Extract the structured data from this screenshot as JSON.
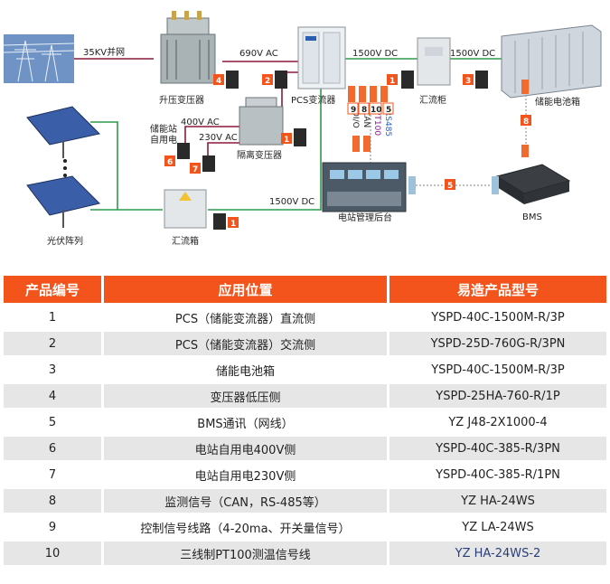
{
  "diagram": {
    "labels": {
      "grid_35kv": "35KV并网",
      "ac690": "690V AC",
      "dc1500_top": "1500V DC",
      "dc1500_right": "1500V DC",
      "dc1500_bottom": "1500V DC",
      "ac400": "400V AC",
      "ac230": "230V AC",
      "step_up_transformer": "升压变压器",
      "pcs_converter": "PCS变流器",
      "combiner_cabinet": "汇流柜",
      "battery_box": "储能电池箱",
      "station_self_use_1": "储能站",
      "station_self_use_2": "自用电",
      "isolation_transformer": "隔离变压器",
      "control_room": "电站管理后台",
      "bms": "BMS",
      "pv_array": "光伏阵列",
      "combiner_box": "汇流箱",
      "signal_di": "DI/O",
      "signal_can": "CAN",
      "signal_pt100": "PT100",
      "signal_rs485": "RS485"
    },
    "badges": [
      "4",
      "2",
      "1",
      "3",
      "8",
      "6",
      "7",
      "1",
      "5",
      "1",
      "9",
      "8",
      "10",
      "5"
    ]
  },
  "table": {
    "headers": [
      "产品编号",
      "应用位置",
      "易造产品型号"
    ],
    "rows": [
      {
        "no": "1",
        "location": "PCS（储能变流器）直流侧",
        "model": "YSPD-40C-1500M-R/3P"
      },
      {
        "no": "2",
        "location": "PCS（储能变流器）交流侧",
        "model": "YSPD-25D-760G-R/3PN"
      },
      {
        "no": "3",
        "location": "储能电池箱",
        "model": "YSPD-40C-1500M-R/3P"
      },
      {
        "no": "4",
        "location": "变压器低压侧",
        "model": "YSPD-25HA-760-R/1P"
      },
      {
        "no": "5",
        "location": "BMS通讯（网线）",
        "model": "YZ J48-2X1000-4"
      },
      {
        "no": "6",
        "location": "电站自用电400V侧",
        "model": "YSPD-40C-385-R/3PN"
      },
      {
        "no": "7",
        "location": "电站自用电230V侧",
        "model": "YSPD-40C-385-R/1PN"
      },
      {
        "no": "8",
        "location": "监测信号（CAN，RS-485等）",
        "model": "YZ HA-24WS"
      },
      {
        "no": "9",
        "location": "控制信号线路（4-20ma、开关量信号）",
        "model": "YZ LA-24WS"
      },
      {
        "no": "10",
        "location": "三线制PT100测温信号线",
        "model": "YZ HA-24WS-2"
      }
    ]
  },
  "colors": {
    "accent": "#f2541b",
    "line_ac": "#8a1a3a",
    "line_dc": "#2e9a4a",
    "row_alt": "#e6e6e6",
    "model_last": "#2a3f7a"
  }
}
